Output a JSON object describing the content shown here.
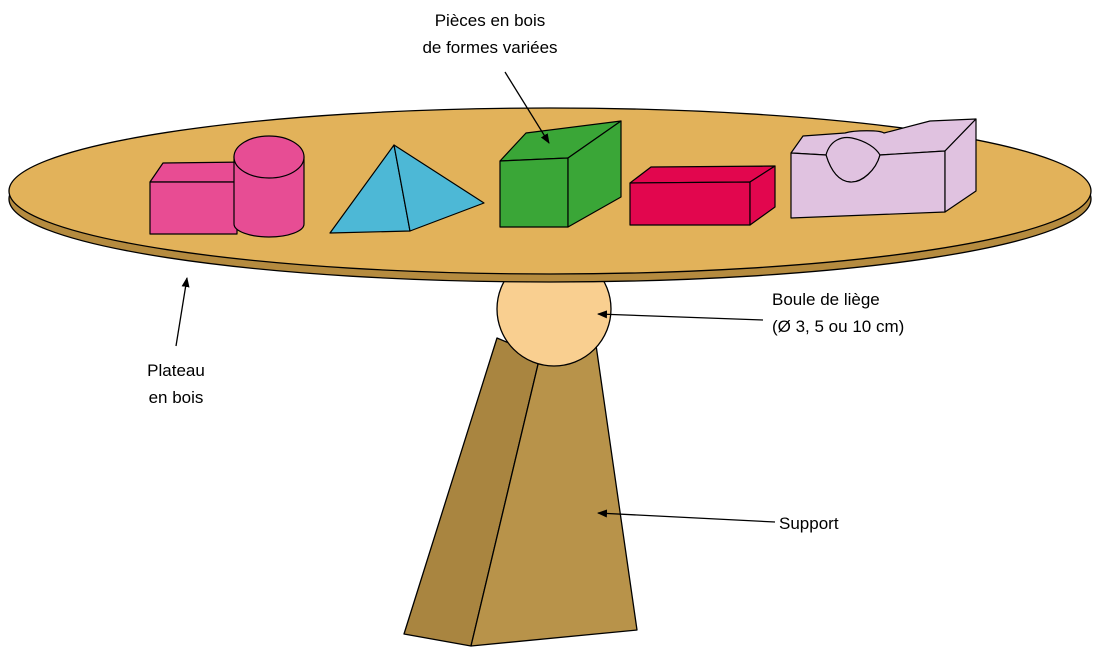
{
  "labels": {
    "pieces_line1": "Pièces en bois",
    "pieces_line2": "de formes variées",
    "boule_line1": "Boule de liège",
    "boule_line2": "(Ø 3, 5 ou 10 cm)",
    "plateau_line1": "Plateau",
    "plateau_line2": "en bois",
    "support": "Support"
  },
  "colors": {
    "plateau": "#E2B25A",
    "plateau_edge": "#B58B3F",
    "ball": "#F9CF90",
    "support": "#B8934A",
    "support_dark": "#A98540",
    "prism_pink": "#E84C93",
    "cylinder_pink": "#E74D94",
    "pyramid": "#4DB8D6",
    "cube_green": "#3AA637",
    "block_red": "#E2064E",
    "block_lilac": "#E0C2E0"
  }
}
